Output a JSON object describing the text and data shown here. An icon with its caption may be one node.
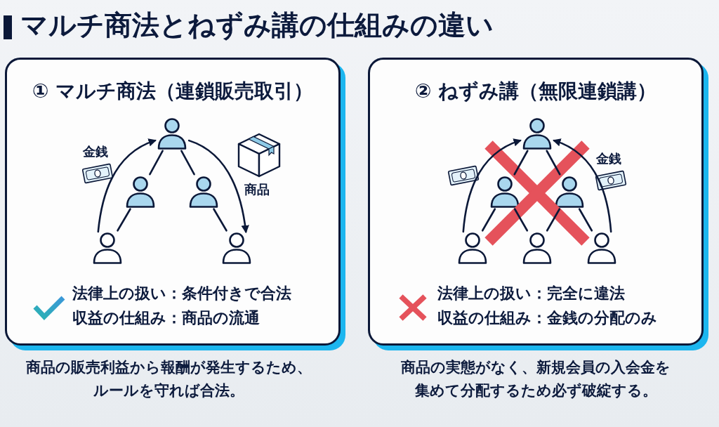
{
  "diagram": {
    "title": "マルチ商法とねずみ講の仕組みの違い",
    "nodes": [
      {
        "text": [
          "① マルチ商法（連鎖販売取引）",
          "法律上の扱い：条件付きで合法",
          "収益の仕組み：商品の流通"
        ],
        "beside": [
          "商品の販売利益から報酬が発生するため、ルールを守れば合法。"
        ]
      },
      {
        "text": [],
        "shape": "person",
        "in": 0
      },
      {
        "text": [],
        "shape": "person",
        "in": 0
      },
      {
        "text": [],
        "shape": "person",
        "in": 0
      },
      {
        "text": [],
        "shape": "person",
        "in": 0
      },
      {
        "text": [],
        "shape": "person",
        "in": 0
      },
      {
        "text": [
          "② ねずみ講（無限連鎖講）",
          "法律上の扱い：完全に違法",
          "収益の仕組み：金銭の分配のみ"
        ],
        "beside": [
          "商品の実態がなく、新規会員の入会金を集めて分配するため必ず破綻する。"
        ]
      },
      {
        "text": [],
        "shape": "person",
        "in": 6
      },
      {
        "text": [],
        "shape": "person",
        "in": 6
      },
      {
        "text": [],
        "shape": "person",
        "in": 6
      },
      {
        "text": [],
        "shape": "person",
        "in": 6
      },
      {
        "text": [],
        "shape": "person",
        "in": 6
      },
      {
        "text": [],
        "shape": "person",
        "in": 6
      }
    ],
    "edges": [
      {
        "from": 4,
        "to": 1,
        "arrow": "to",
        "label": "金銭"
      },
      {
        "from": 1,
        "to": 5,
        "arrow": "to",
        "label": "商品"
      },
      {
        "from": 1,
        "to": 2,
        "arrow": "none"
      },
      {
        "from": 2,
        "to": 4,
        "arrow": "none"
      },
      {
        "from": 1,
        "to": 3,
        "arrow": "none"
      },
      {
        "from": 3,
        "to": 5,
        "arrow": "none"
      },
      {
        "from": 10,
        "to": 7,
        "arrow": "to"
      },
      {
        "from": 12,
        "to": 7,
        "arrow": "to",
        "label": "金銭"
      },
      {
        "from": 7,
        "to": 8,
        "arrow": "none"
      },
      {
        "from": 7,
        "to": 9,
        "arrow": "none"
      },
      {
        "from": 8,
        "to": 10,
        "arrow": "none"
      },
      {
        "from": 8,
        "to": 11,
        "arrow": "none"
      },
      {
        "from": 9,
        "to": 11,
        "arrow": "none"
      },
      {
        "from": 9,
        "to": 12,
        "arrow": "none"
      }
    ]
  }
}
